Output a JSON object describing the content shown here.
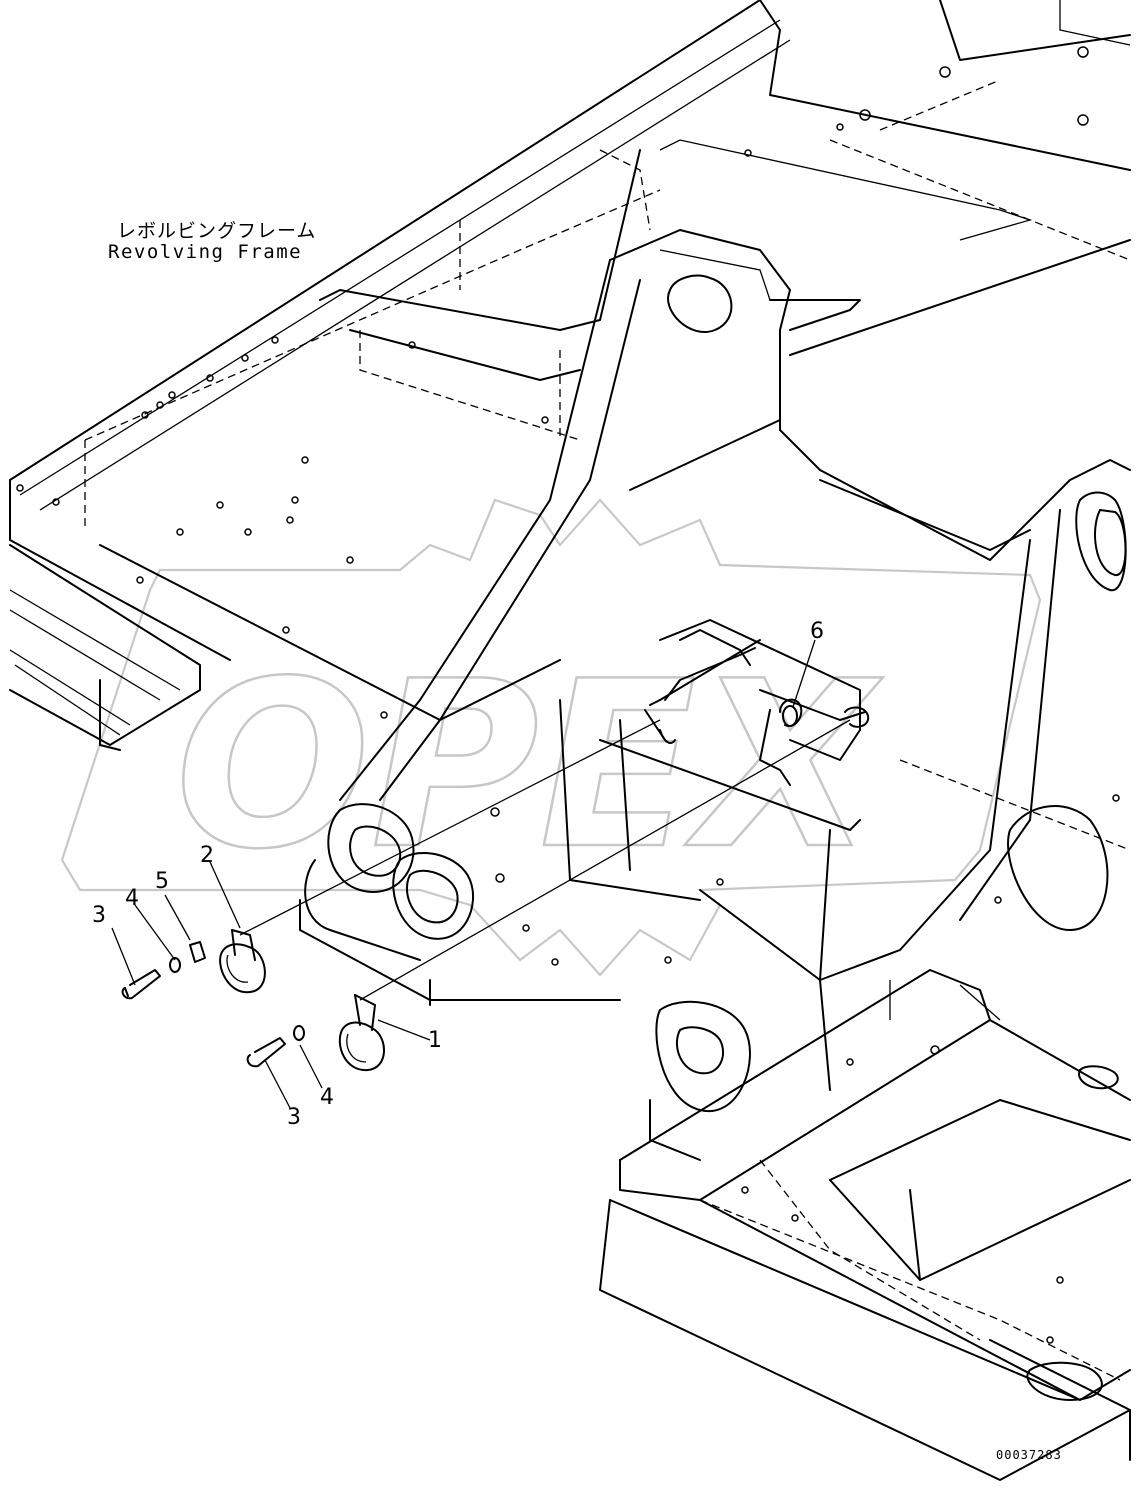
{
  "title": {
    "japanese": "レボルビングフレーム",
    "english": "Revolving Frame"
  },
  "callouts": [
    {
      "id": "c1",
      "text": "1"
    },
    {
      "id": "c2",
      "text": "2"
    },
    {
      "id": "c3a",
      "text": "3"
    },
    {
      "id": "c3b",
      "text": "3"
    },
    {
      "id": "c4a",
      "text": "4"
    },
    {
      "id": "c4b",
      "text": "4"
    },
    {
      "id": "c5",
      "text": "5"
    },
    {
      "id": "c6",
      "text": "6"
    }
  ],
  "watermark": "OPEX",
  "figure_number": "00037283"
}
